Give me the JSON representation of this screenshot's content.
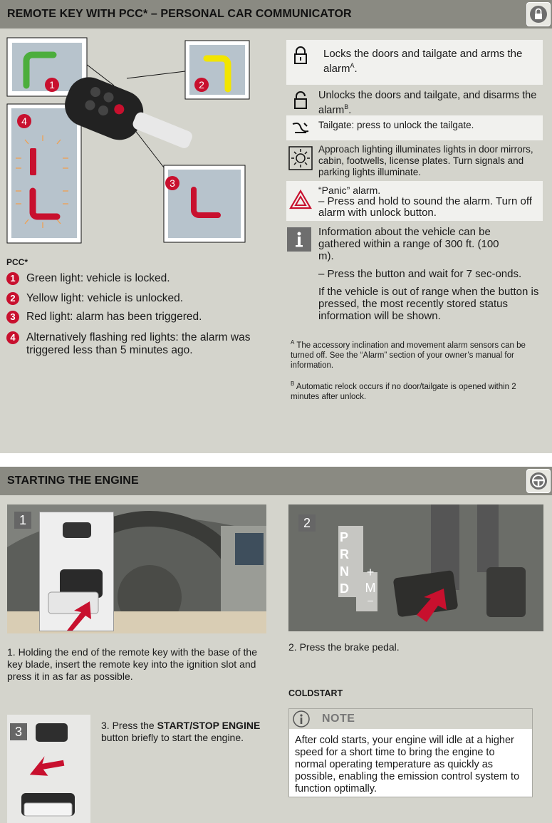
{
  "section1": {
    "title": "REMOTE KEY WITH PCC* – PERSONAL CAR COMMUNICATOR",
    "icon": "lock-icon"
  },
  "figure": {
    "callouts": [
      "1",
      "2",
      "3",
      "4"
    ],
    "colors": {
      "green": "#4cae3c",
      "yellow": "#f2e500",
      "red": "#c8102e"
    }
  },
  "pcc": {
    "label": "PCC*",
    "items": [
      {
        "num": "1",
        "text": "Green light: vehicle is locked."
      },
      {
        "num": "2",
        "text": "Yellow light: vehicle is unlocked."
      },
      {
        "num": "3",
        "text": "Red light: alarm has been triggered."
      },
      {
        "num": "4",
        "text": "Alternatively flashing red lights: the alarm was triggered less than 5 minutes ago."
      }
    ]
  },
  "functions": [
    {
      "icon": "lock-closed-icon",
      "text": "Locks the doors and tailgate and arms the alarm",
      "sup": "A",
      "end": "."
    },
    {
      "icon": "lock-open-icon",
      "text": "Unlocks the doors and tailgate, and disarms the alarm",
      "sup": "B",
      "end": "."
    },
    {
      "icon": "tailgate-icon",
      "text": "Tailgate: press to unlock the tailgate."
    },
    {
      "icon": "approach-light-icon",
      "text": "Approach lighting illuminates lights in door mirrors, cabin, footwells, license plates. Turn signals and parking lights illuminate."
    },
    {
      "icon": "panic-warning-icon",
      "line1": "“Panic” alarm.",
      "line2": " – Press and hold to sound the alarm. Turn off alarm with unlock button."
    },
    {
      "icon": "info-icon",
      "p1": "Information about the vehicle can be gathered within a range of 300 ft.  (100 m).",
      "p2": "– Press the button and wait for 7 sec-onds.",
      "p3": "If the vehicle is out of range when the button is pressed, the most recently stored status information will be shown."
    }
  ],
  "footnotes": [
    {
      "mark": "A",
      "text": "The accessory inclination and movement alarm sensors can be turned off. See the “Alarm” section of your owner’s manual for information."
    },
    {
      "mark": "B",
      "text": "Automatic relock occurs if no door/tailgate is opened within 2 minutes after unlock."
    }
  ],
  "section2": {
    "title": "STARTING THE ENGINE",
    "icon": "steering-wheel-icon"
  },
  "steps": {
    "step1_num": "1",
    "step1_text": "1.  Holding the end of the remote key with the base of the key blade, insert the remote key into the ignition slot and press it in as far as possible.",
    "step2_num": "2",
    "step2_text": "2.  Press the brake pedal.",
    "step3_num": "3",
    "step3_pre": "3.  Press the ",
    "step3_bold": "START/STOP ENGINE",
    "step3_post": " button briefly to start the engine."
  },
  "gear": {
    "letters": [
      "P",
      "R",
      "N",
      "D"
    ],
    "manual": [
      "+",
      "M",
      "–"
    ]
  },
  "coldstart": {
    "label": "COLDSTART",
    "note_title": "NOTE",
    "note_text": "After cold starts, your engine will idle at a higher speed for a short time to bring the engine to normal operating temperature as quickly as possible, enabling the emission control system to function optimally."
  }
}
